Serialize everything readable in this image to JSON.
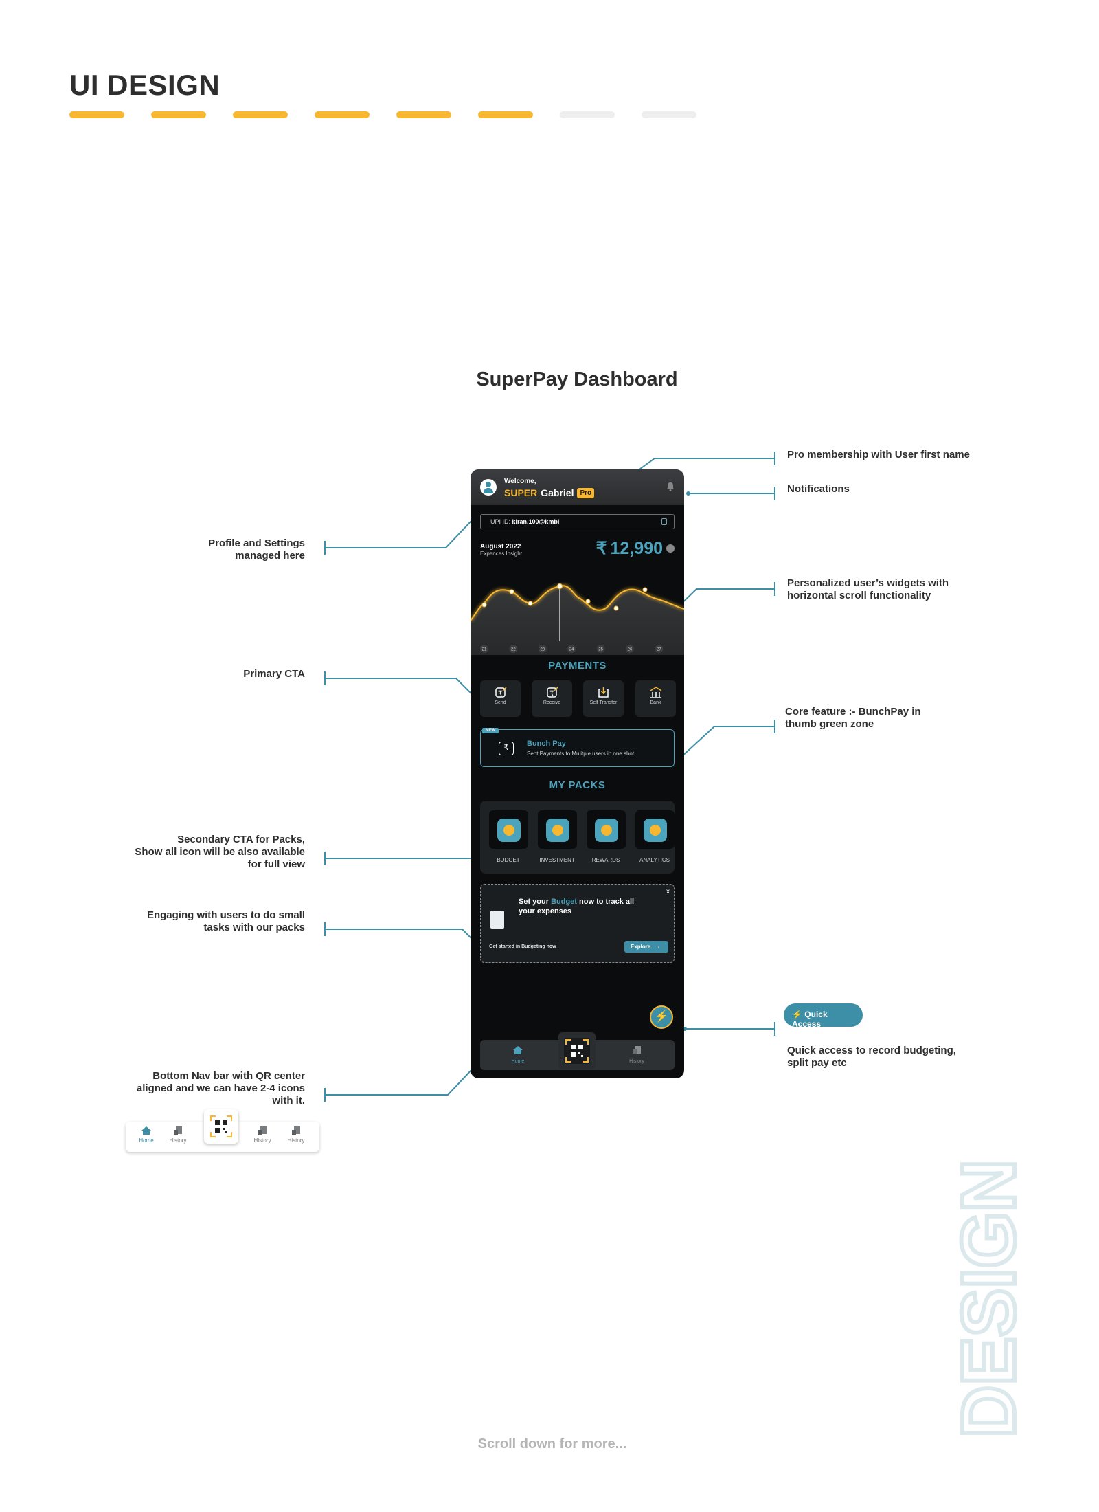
{
  "header": {
    "title": "UI DESIGN",
    "progress": {
      "total": 8,
      "completed": 6
    }
  },
  "section_title": "SuperPay Dashboard",
  "phone": {
    "welcome": "Welcome,",
    "super": "SUPER",
    "first_name": "Gabriel",
    "pro_badge": "Pro",
    "upi_label": "UPI ID:",
    "upi_id": "kiran.100@kmbl",
    "month": "August 2022",
    "month_sub": "Expences Insight",
    "currency": "₹",
    "amount": "12,990",
    "chart_days": [
      "21",
      "22",
      "23",
      "24",
      "25",
      "26",
      "27"
    ],
    "payments_heading": "PAYMENTS",
    "payments": [
      {
        "label": "Send",
        "icon": "send-icon"
      },
      {
        "label": "Receive",
        "icon": "receive-icon"
      },
      {
        "label": "Self Transfer",
        "icon": "self-transfer-icon"
      },
      {
        "label": "Bank",
        "icon": "bank-icon"
      }
    ],
    "bunch": {
      "badge": "NEW",
      "title": "Bunch Pay",
      "subtitle": "Sent Payments to Mulitple users in one shot",
      "symbol": "₹"
    },
    "packs_heading": "MY PACKS",
    "packs": [
      {
        "label": "BUDGET"
      },
      {
        "label": "INVESTMENT"
      },
      {
        "label": "REWARDS"
      },
      {
        "label": "ANALYTICS"
      }
    ],
    "task": {
      "close": "x",
      "line_pre": "Set your",
      "line_highlight": "Budget",
      "line_post": "now to track all your expenses",
      "cta_text": "Get started in Budgeting now",
      "explore": "Explore",
      "explore_arrow": "›"
    },
    "fab_symbol": "⚡",
    "nav": {
      "home": "Home",
      "history": "History"
    }
  },
  "annotations": {
    "pro": "Pro membership with User first name",
    "notifications": "Notifications",
    "profile": [
      "Profile and Settings",
      "managed here"
    ],
    "widgets": [
      "Personalized user’s widgets with",
      "horizontal scroll functionality"
    ],
    "primary_cta": "Primary CTA",
    "bunchpay": [
      "Core feature :- BunchPay in",
      "thumb green zone"
    ],
    "packs": [
      "Secondary CTA for Packs,",
      "Show all icon will be also available",
      "for full view"
    ],
    "engaging": [
      "Engaging with users to do small",
      "tasks with our packs"
    ],
    "quick": [
      "Quick access to record budgeting,",
      "split pay etc"
    ],
    "bottom_nav": [
      "Bottom Nav bar with QR center",
      "aligned and we can have 2-4 icons",
      "with it."
    ]
  },
  "quick_access": {
    "label": "Quick Access",
    "bolt": "⚡"
  },
  "mini_nav": {
    "home": "Home",
    "history_1": "History",
    "history_2": "History",
    "history_3": "History"
  },
  "watermark": "DESIGN",
  "footer": "Scroll down for more...",
  "colors": {
    "accent": "#f7b731",
    "teal": "#4ba3bc",
    "teal_dark": "#3c8fa6",
    "progress_empty": "#eeeeee",
    "phone_bg": "#0a0c0e"
  }
}
